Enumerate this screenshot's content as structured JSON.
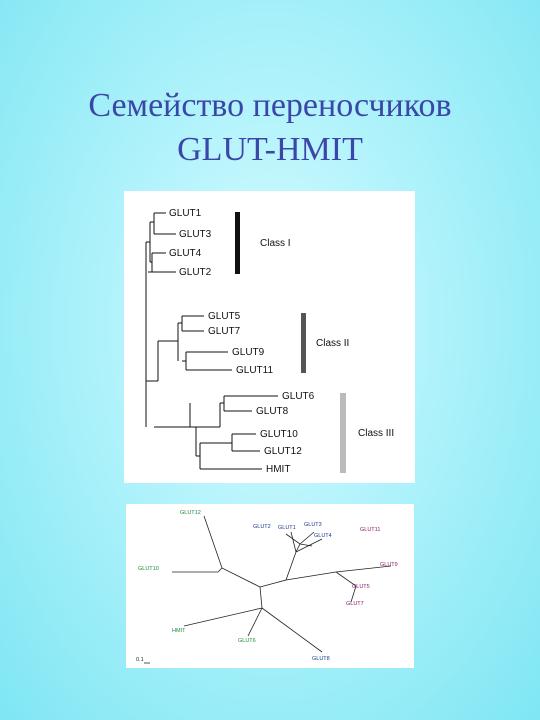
{
  "title": {
    "line1": "Семейство переносчиков",
    "line2": "GLUT-HMIT"
  },
  "tree1": {
    "leaves": [
      "GLUT1",
      "GLUT3",
      "GLUT4",
      "GLUT2",
      "GLUT5",
      "GLUT7",
      "GLUT9",
      "GLUT11",
      "GLUT6",
      "GLUT8",
      "GLUT10",
      "GLUT12",
      "HMIT"
    ],
    "classes": [
      "Class I",
      "Class II",
      "Class III"
    ]
  },
  "tree2": {
    "labels": [
      "GLUT12",
      "GLUT2",
      "GLUT1",
      "GLUT3",
      "GLUT4",
      "GLUT11",
      "GLUT9",
      "GLUT5",
      "GLUT7",
      "GLUT10",
      "HMIT",
      "GLUT6",
      "GLUT8"
    ],
    "scale": "0.1"
  },
  "colors": {
    "title": "#3a47a8",
    "green": "#1a8a3a",
    "purple": "#8a1a6a",
    "blue": "#1a3a8a"
  }
}
